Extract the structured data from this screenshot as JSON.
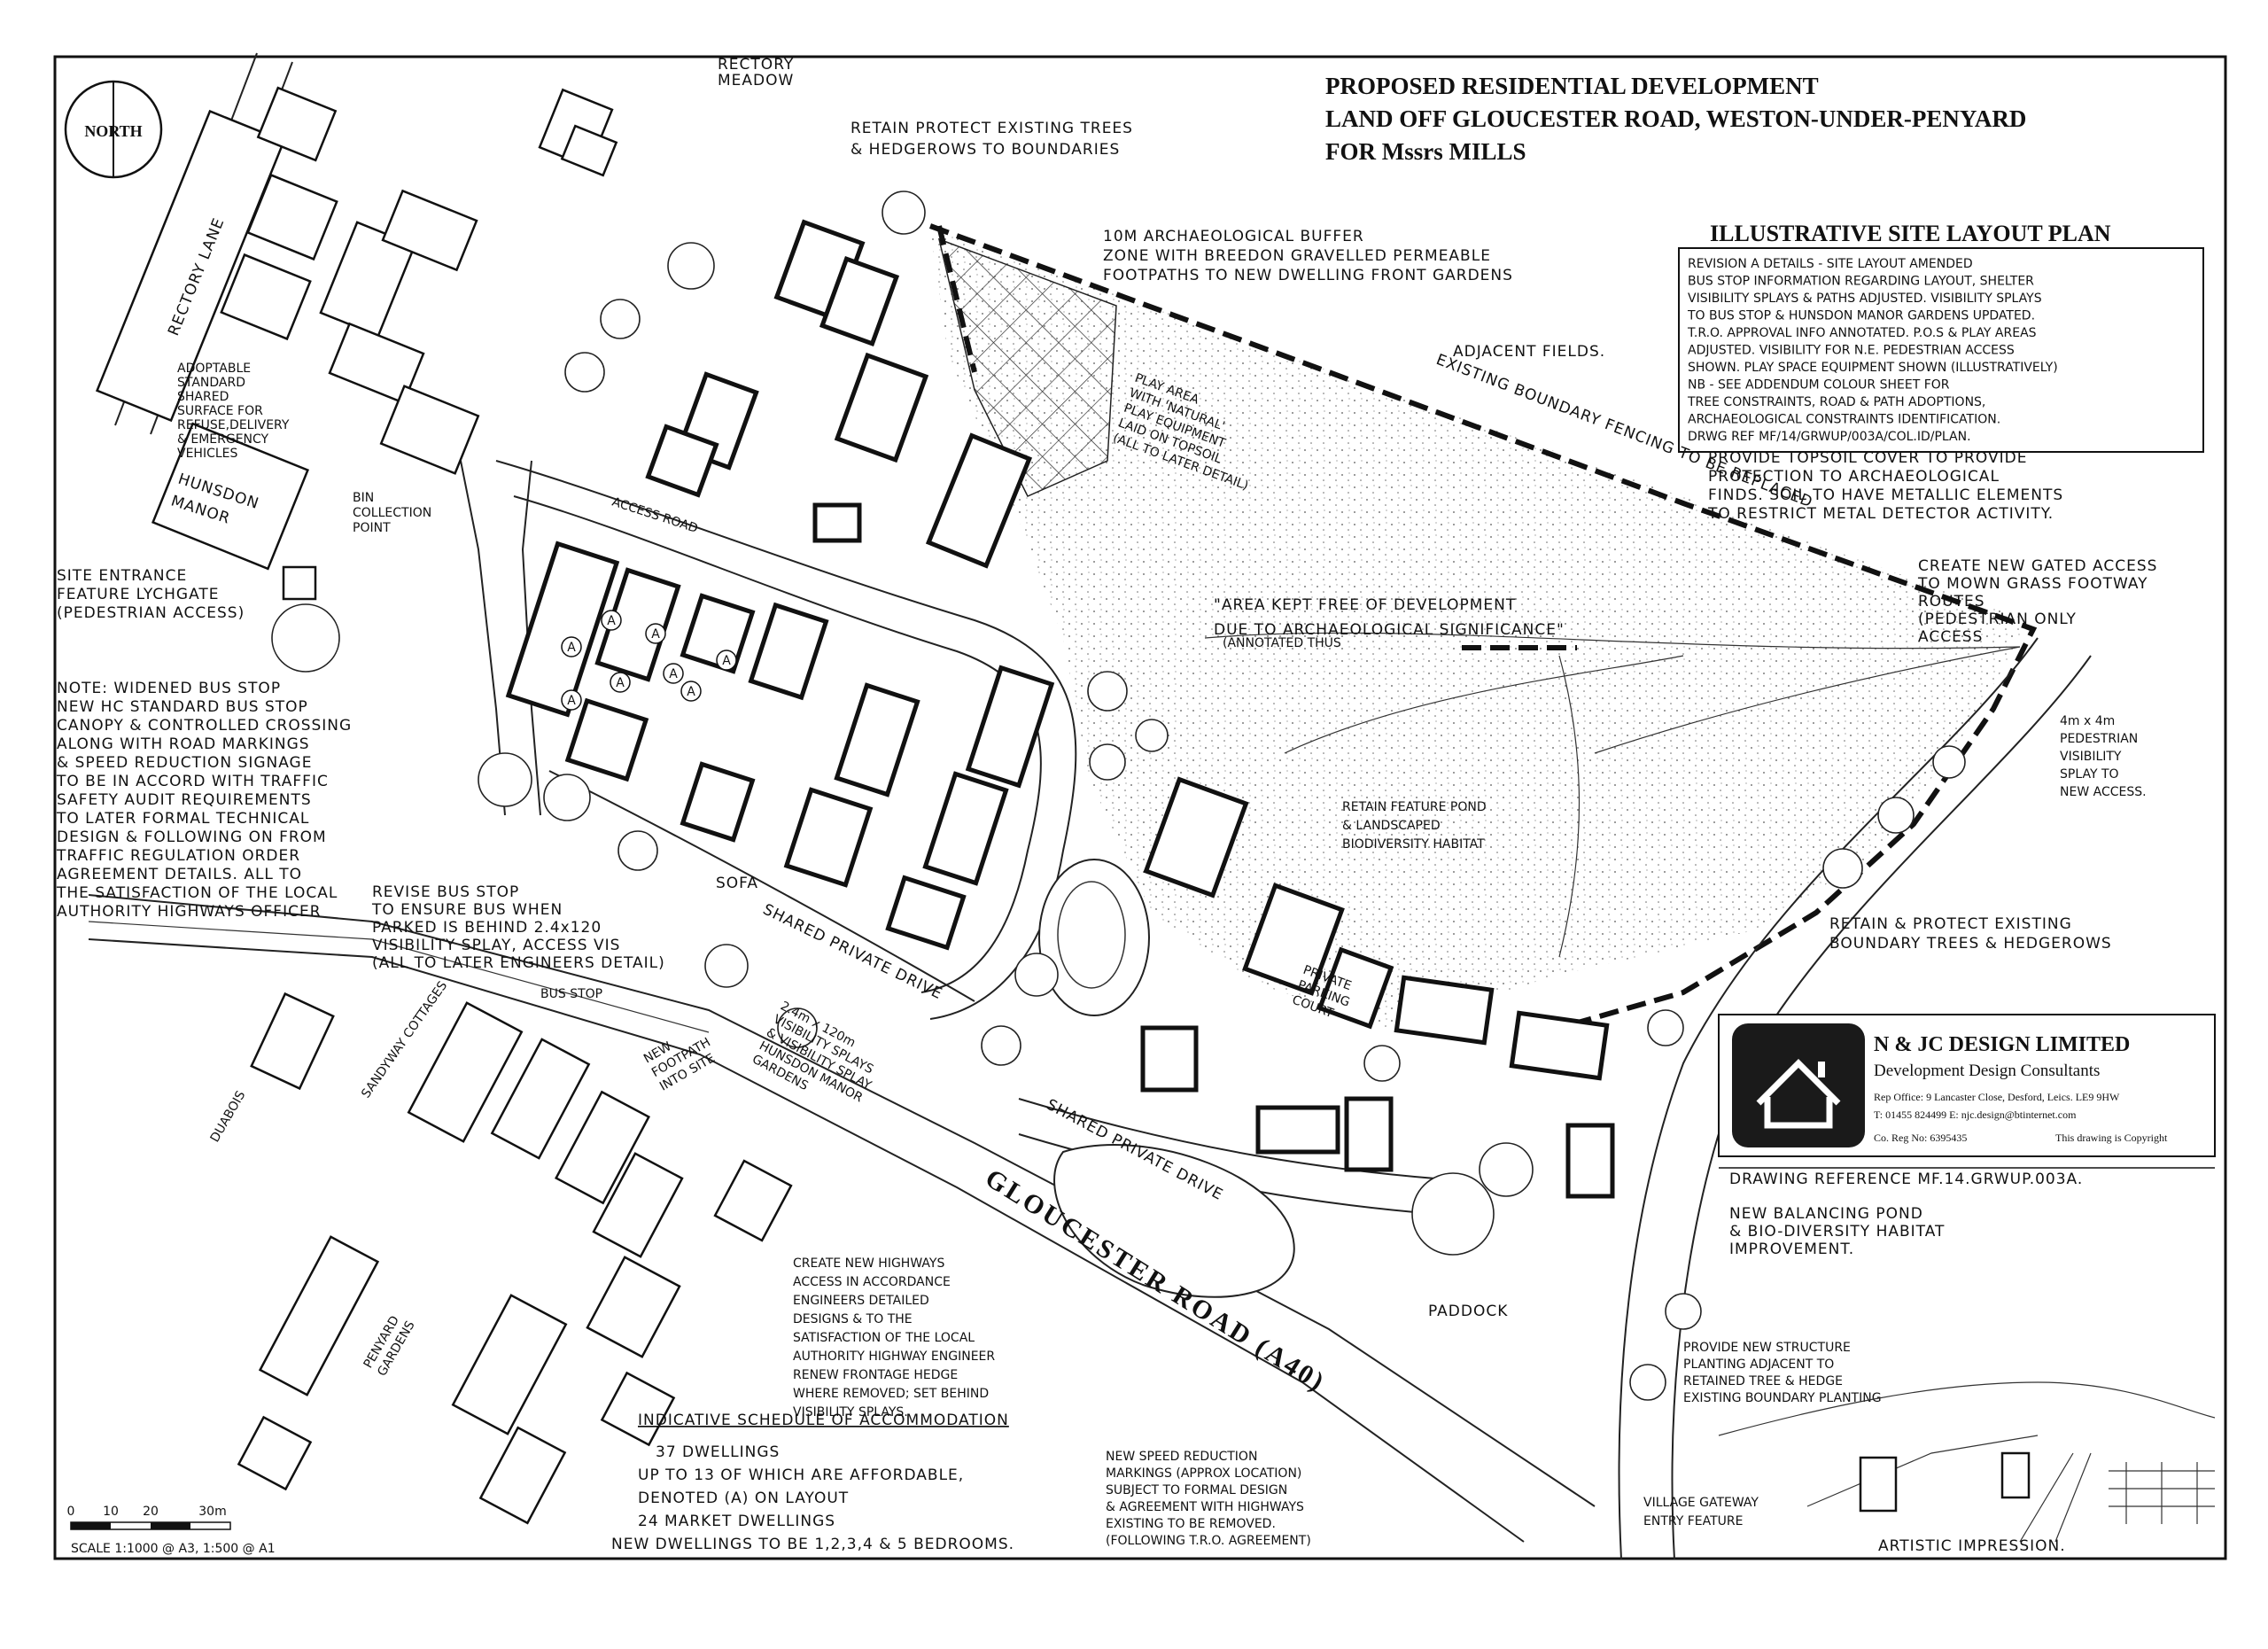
{
  "title": {
    "line1": "PROPOSED RESIDENTIAL DEVELOPMENT",
    "line2": "LAND OFF GLOUCESTER ROAD, WESTON-UNDER-PENYARD",
    "line3": "FOR Mssrs MILLS"
  },
  "north_label": "NORTH",
  "plan_title": "ILLUSTRATIVE SITE LAYOUT PLAN",
  "revision_notes": [
    "REVISION A DETAILS - SITE LAYOUT AMENDED",
    "BUS STOP INFORMATION REGARDING LAYOUT, SHELTER",
    "VISIBILITY SPLAYS & PATHS ADJUSTED. VISIBILITY SPLAYS",
    "TO BUS STOP & HUNSDON MANOR GARDENS UPDATED.",
    "T.R.O. APPROVAL INFO ANNOTATED. P.O.S & PLAY AREAS",
    "ADJUSTED. VISIBILITY FOR N.E. PEDESTRIAN ACCESS",
    "SHOWN. PLAY SPACE EQUIPMENT SHOWN (ILLUSTRATIVELY)",
    "NB - SEE ADDENDUM COLOUR SHEET FOR",
    "TREE CONSTRAINTS, ROAD & PATH ADOPTIONS,",
    "ARCHAEOLOGICAL CONSTRAINTS IDENTIFICATION.",
    "DRWG REF MF/14/GRWUP/003A/COL.ID/PLAN."
  ],
  "annotations": {
    "rectory_meadow": [
      "RECTORY",
      "MEADOW"
    ],
    "retain_trees": [
      "RETAIN PROTECT EXISTING TREES",
      "& HEDGEROWS TO BOUNDARIES"
    ],
    "buffer_zone": [
      "10M ARCHAEOLOGICAL BUFFER",
      "ZONE WITH BREEDON GRAVELLED PERMEABLE",
      "FOOTPATHS TO NEW DWELLING FRONT GARDENS"
    ],
    "rectory_lane": "RECTORY LANE",
    "adoptable": [
      "ADOPTABLE",
      "STANDARD",
      "SHARED",
      "SURFACE FOR",
      "REFUSE,DELIVERY",
      "& EMERGENCY",
      "VEHICLES"
    ],
    "play_area": [
      "PLAY AREA",
      "WITH 'NATURAL'",
      "PLAY EQUIPMENT",
      "LAID ON TOPSOIL",
      "(ALL TO LATER DETAIL)"
    ],
    "adjacent_fields": "ADJACENT FIELDS.",
    "existing_boundary": "EXISTING BOUNDARY FENCING TO BE REPLACED",
    "hunsdon_manor": [
      "HUNSDON",
      "MANOR"
    ],
    "bin_point": [
      "BIN",
      "COLLECTION",
      "POINT"
    ],
    "access_road": "ACCESS ROAD",
    "topsoil": [
      "PROVIDE TOPSOIL COVER TO PROVIDE",
      "PROTECTION TO ARCHAEOLOGICAL",
      "FINDS. SOIL TO HAVE METALLIC ELEMENTS",
      "TO RESTRICT METAL DETECTOR ACTIVITY."
    ],
    "site_entrance": [
      "SITE ENTRANCE",
      "FEATURE LYCHGATE",
      "(PEDESTRIAN ACCESS)"
    ],
    "area_kept_free": [
      "\"AREA KEPT FREE OF DEVELOPMENT",
      "DUE TO ARCHAEOLOGICAL SIGNIFICANCE\""
    ],
    "annotated_thus": "(ANNOTATED THUS",
    "gated_access": [
      "CREATE NEW GATED ACCESS",
      "TO MOWN GRASS FOOTWAY",
      "ROUTES",
      "(PEDESTRIAN ONLY",
      "ACCESS"
    ],
    "note_bus_stop": [
      "NOTE: WIDENED BUS STOP",
      "NEW HC STANDARD BUS STOP",
      "CANOPY & CONTROLLED CROSSING",
      "ALONG WITH ROAD MARKINGS",
      "& SPEED REDUCTION SIGNAGE",
      "TO BE IN ACCORD WITH TRAFFIC",
      "SAFETY AUDIT REQUIREMENTS",
      "TO LATER FORMAL TECHNICAL",
      "DESIGN & FOLLOWING ON FROM",
      "TRAFFIC REGULATION ORDER",
      "AGREEMENT DETAILS. ALL TO",
      "THE SATISFACTION OF THE LOCAL",
      "AUTHORITY HIGHWAYS OFFICER"
    ],
    "pedestrian_visibility": [
      "4m x 4m",
      "PEDESTRIAN",
      "VISIBILITY",
      "SPLAY TO",
      "NEW ACCESS."
    ],
    "feature_pond": [
      "RETAIN FEATURE POND",
      "& LANDSCAPED",
      "BIODIVERSITY HABITAT"
    ],
    "sofa": "SOFA",
    "shared_private_drive": "SHARED PRIVATE DRIVE",
    "revise_bus_stop": [
      "REVISE BUS STOP",
      "TO ENSURE BUS WHEN",
      "PARKED IS BEHIND 2.4x120",
      "VISIBILITY SPLAY, ACCESS VIS",
      "(ALL TO LATER ENGINEERS DETAIL)"
    ],
    "retain_boundary": [
      "RETAIN & PROTECT EXISTING",
      "BOUNDARY TREES & HEDGEROWS"
    ],
    "bus_stop": "BUS STOP",
    "private_courtyard": [
      "PRIVATE",
      "PARKING",
      "COURT"
    ],
    "splays": [
      "2.4m x 120m",
      "VISIBILITY SPLAYS",
      "& VISIBILITY SPLAY",
      "HUNSDON MANOR",
      "GARDENS"
    ],
    "new_footpath": [
      "NEW",
      "FOOTPATH",
      "INTO SITE"
    ],
    "sandyway_cottages": "SANDYWAY COTTAGES",
    "duabois": "DUABOIS",
    "gloucester_road": "GLOUCESTER ROAD (A40)",
    "shared_private_drive_2": "SHARED PRIVATE DRIVE",
    "drawing_reference": "DRAWING REFERENCE MF.14.GRWUP.003A.",
    "balancing_pond": [
      "NEW BALANCING POND",
      "& BIO-DIVERSITY HABITAT",
      "IMPROVEMENT."
    ],
    "create_highways": [
      "CREATE NEW HIGHWAYS",
      "ACCESS IN ACCORDANCE",
      "ENGINEERS DETAILED",
      "DESIGNS & TO THE",
      "SATISFACTION OF THE LOCAL",
      "AUTHORITY HIGHWAY ENGINEER",
      "RENEW FRONTAGE HEDGE",
      "WHERE REMOVED; SET BEHIND",
      "VISIBILITY SPLAYS."
    ],
    "paddock": "PADDOCK",
    "structure_planting": [
      "PROVIDE NEW STRUCTURE",
      "PLANTING ADJACENT TO",
      "RETAINED TREE & HEDGE",
      "EXISTING BOUNDARY PLANTING"
    ],
    "penyard_gardens": [
      "PENYARD",
      "GARDENS"
    ],
    "speed_reduction": [
      "NEW SPEED REDUCTION",
      "MARKINGS (APPROX LOCATION)",
      "SUBJECT TO FORMAL DESIGN",
      "& AGREEMENT WITH HIGHWAYS",
      "EXISTING TO BE REMOVED.",
      "(FOLLOWING T.R.O. AGREEMENT)"
    ],
    "village_gateway": [
      "VILLAGE GATEWAY",
      "ENTRY FEATURE"
    ],
    "artistic_impression": "ARTISTIC IMPRESSION."
  },
  "schedule": {
    "heading": "INDICATIVE SCHEDULE OF ACCOMMODATION",
    "lines": [
      "37 DWELLINGS",
      "UP TO 13 OF WHICH ARE AFFORDABLE,",
      "DENOTED (A) ON LAYOUT",
      "24 MARKET DWELLINGS",
      "NEW DWELLINGS TO BE 1,2,3,4 & 5 BEDROOMS."
    ]
  },
  "scale_bar": {
    "ticks": [
      "0",
      "10",
      "20",
      "30m"
    ],
    "caption": "SCALE 1:1000 @ A3, 1:500 @ A1"
  },
  "company": {
    "name": "N & JC DESIGN LIMITED",
    "tagline": "Development Design Consultants",
    "address": "Rep Office: 9 Lancaster Close, Desford, Leics. LE9 9HW",
    "contact": "T: 01455 824499  E: njc.design@btinternet.com",
    "reg": "Co. Reg No: 6395435",
    "copyright": "This drawing is Copyright"
  },
  "affordable_marker": "A"
}
